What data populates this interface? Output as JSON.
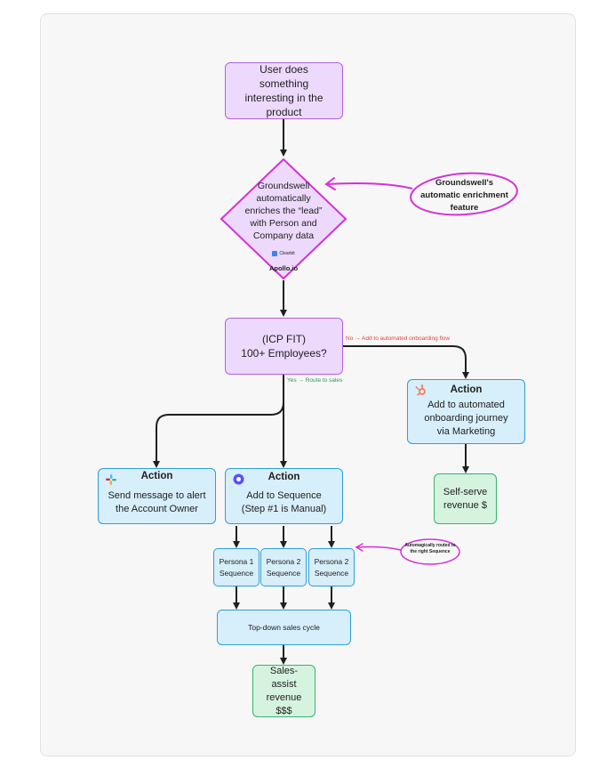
{
  "nodes": {
    "start": "User does something interesting in the product",
    "enrich": "Groundswell automatically enriches the “lead” with Person and Company data",
    "enrich_logo1": "Clearbit",
    "enrich_logo2": "Apollo.io",
    "icp_line1": "(ICP FIT)",
    "icp_line2": "100+ Employees?",
    "slack_title": "Action",
    "slack_body": "Send message to alert the Account Owner",
    "seq_title": "Action",
    "seq_body1": "Add to Sequence",
    "seq_body2": "(Step #1 is Manual)",
    "hub_title": "Action",
    "hub_body": "Add to automated onboarding journey via Marketing",
    "self_serve": "Self-serve revenue $",
    "persona1": "Persona 1 Sequence",
    "persona2a": "Persona 2 Sequence",
    "persona2b": "Persona 2 Sequence",
    "topdown": "Top-down sales cycle",
    "sales_assist": "Sales-assist revenue $$$"
  },
  "edges": {
    "no_label": "No → Add to automated onboarding flow",
    "yes_label": "Yes → Route to sales"
  },
  "notes": {
    "enrichment": "Groundswell's automatic enrichment feature",
    "routing": "Automagically routed to the right Sequence"
  },
  "colors": {
    "purple_fill": "#ecd9fb",
    "purple_stroke": "#b45ee6",
    "blue_fill": "#d7eefb",
    "blue_stroke": "#2d9fd8",
    "green_fill": "#d6f3e0",
    "green_stroke": "#38b56a",
    "annotation": "#d631d6"
  },
  "icons": [
    "slack-icon",
    "outreach-icon",
    "hubspot-icon"
  ]
}
